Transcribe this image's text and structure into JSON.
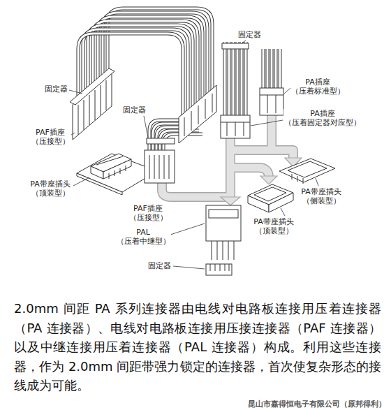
{
  "diagram": {
    "caption": "2.0mm 间距 PA 系列连接器由电线对电路板连接用压着连接器（PA 连接器）、电线对电路板连接用压接连接器（PAF 连接器）以及中继连接用压着连接器（PAL 连接器）构成。利用这些连接器，作为 2.0mm 间距带强力锁定的连接器，首次使复杂形态的接线成为可能。",
    "labels": [
      "固定器",
      "PA插座 （压着标准型）",
      "固定器",
      "固定器",
      "PA插座 （压着固定器对应型）",
      "PAF插座 （压接型）",
      "PA带座插头 （顶装型）",
      "PA带座插头 （侧装型）",
      "PAF插座 （压接型）",
      "PA带座插头 （顶装型）",
      "PAL （压着中继型）",
      "固定器",
      "昆山市嘉得恒电子有限公司（原邦得利）"
    ]
  }
}
